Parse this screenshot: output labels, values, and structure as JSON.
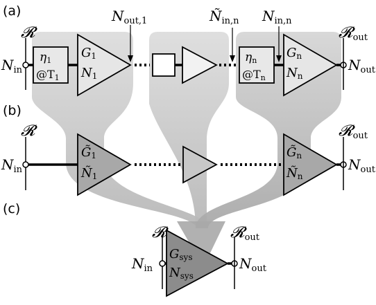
{
  "panel_labels": {
    "a": "(a)",
    "b": "(b)",
    "c": "(c)"
  },
  "colors": {
    "band_light": "#dcdcdc",
    "band_mid": "#bdbdbd",
    "amp_fill_b": "#a8a8a8",
    "amp_fill_c": "#8c8c8c",
    "line": "#000000"
  },
  "row_a": {
    "r_left": "𝓡",
    "n_in": "N",
    "n_in_sub": "in",
    "filter1_eta": "η",
    "filter1_eta_sub": "1",
    "filter1_temp": "@T",
    "filter1_temp_sub": "1",
    "amp1_gain": "G",
    "amp1_gain_sub": "1",
    "amp1_noise": "N",
    "amp1_noise_sub": "1",
    "nout1": "N",
    "nout1_sub": "out,1",
    "nin_n_tilde": "Ñ",
    "nin_n_tilde_sub": "in,n",
    "nin_n": "N",
    "nin_n_sub": "in,n",
    "filtern_eta": "η",
    "filtern_eta_sub": "n",
    "filtern_temp": "@T",
    "filtern_temp_sub": "n",
    "ampn_gain": "G",
    "ampn_gain_sub": "n",
    "ampn_noise": "N",
    "ampn_noise_sub": "n",
    "r_right": "𝓡",
    "r_right_sub": "out",
    "n_out": "N",
    "n_out_sub": "out"
  },
  "row_b": {
    "r_left": "𝓡",
    "n_in": "N",
    "n_in_sub": "in",
    "amp1_gain": "G̃",
    "amp1_gain_sub": "1",
    "amp1_noise": "Ñ",
    "amp1_noise_sub": "1",
    "ampn_gain": "G̃",
    "ampn_gain_sub": "n",
    "ampn_noise": "Ñ",
    "ampn_noise_sub": "n",
    "r_right": "𝓡",
    "r_right_sub": "out",
    "n_out": "N",
    "n_out_sub": "out"
  },
  "row_c": {
    "r_left": "𝓡",
    "n_in": "N",
    "n_in_sub": "in",
    "sys_gain": "G",
    "sys_gain_sub": "sys",
    "sys_noise": "N",
    "sys_noise_sub": "sys",
    "r_right": "𝓡",
    "r_right_sub": "out",
    "n_out": "N",
    "n_out_sub": "out"
  }
}
